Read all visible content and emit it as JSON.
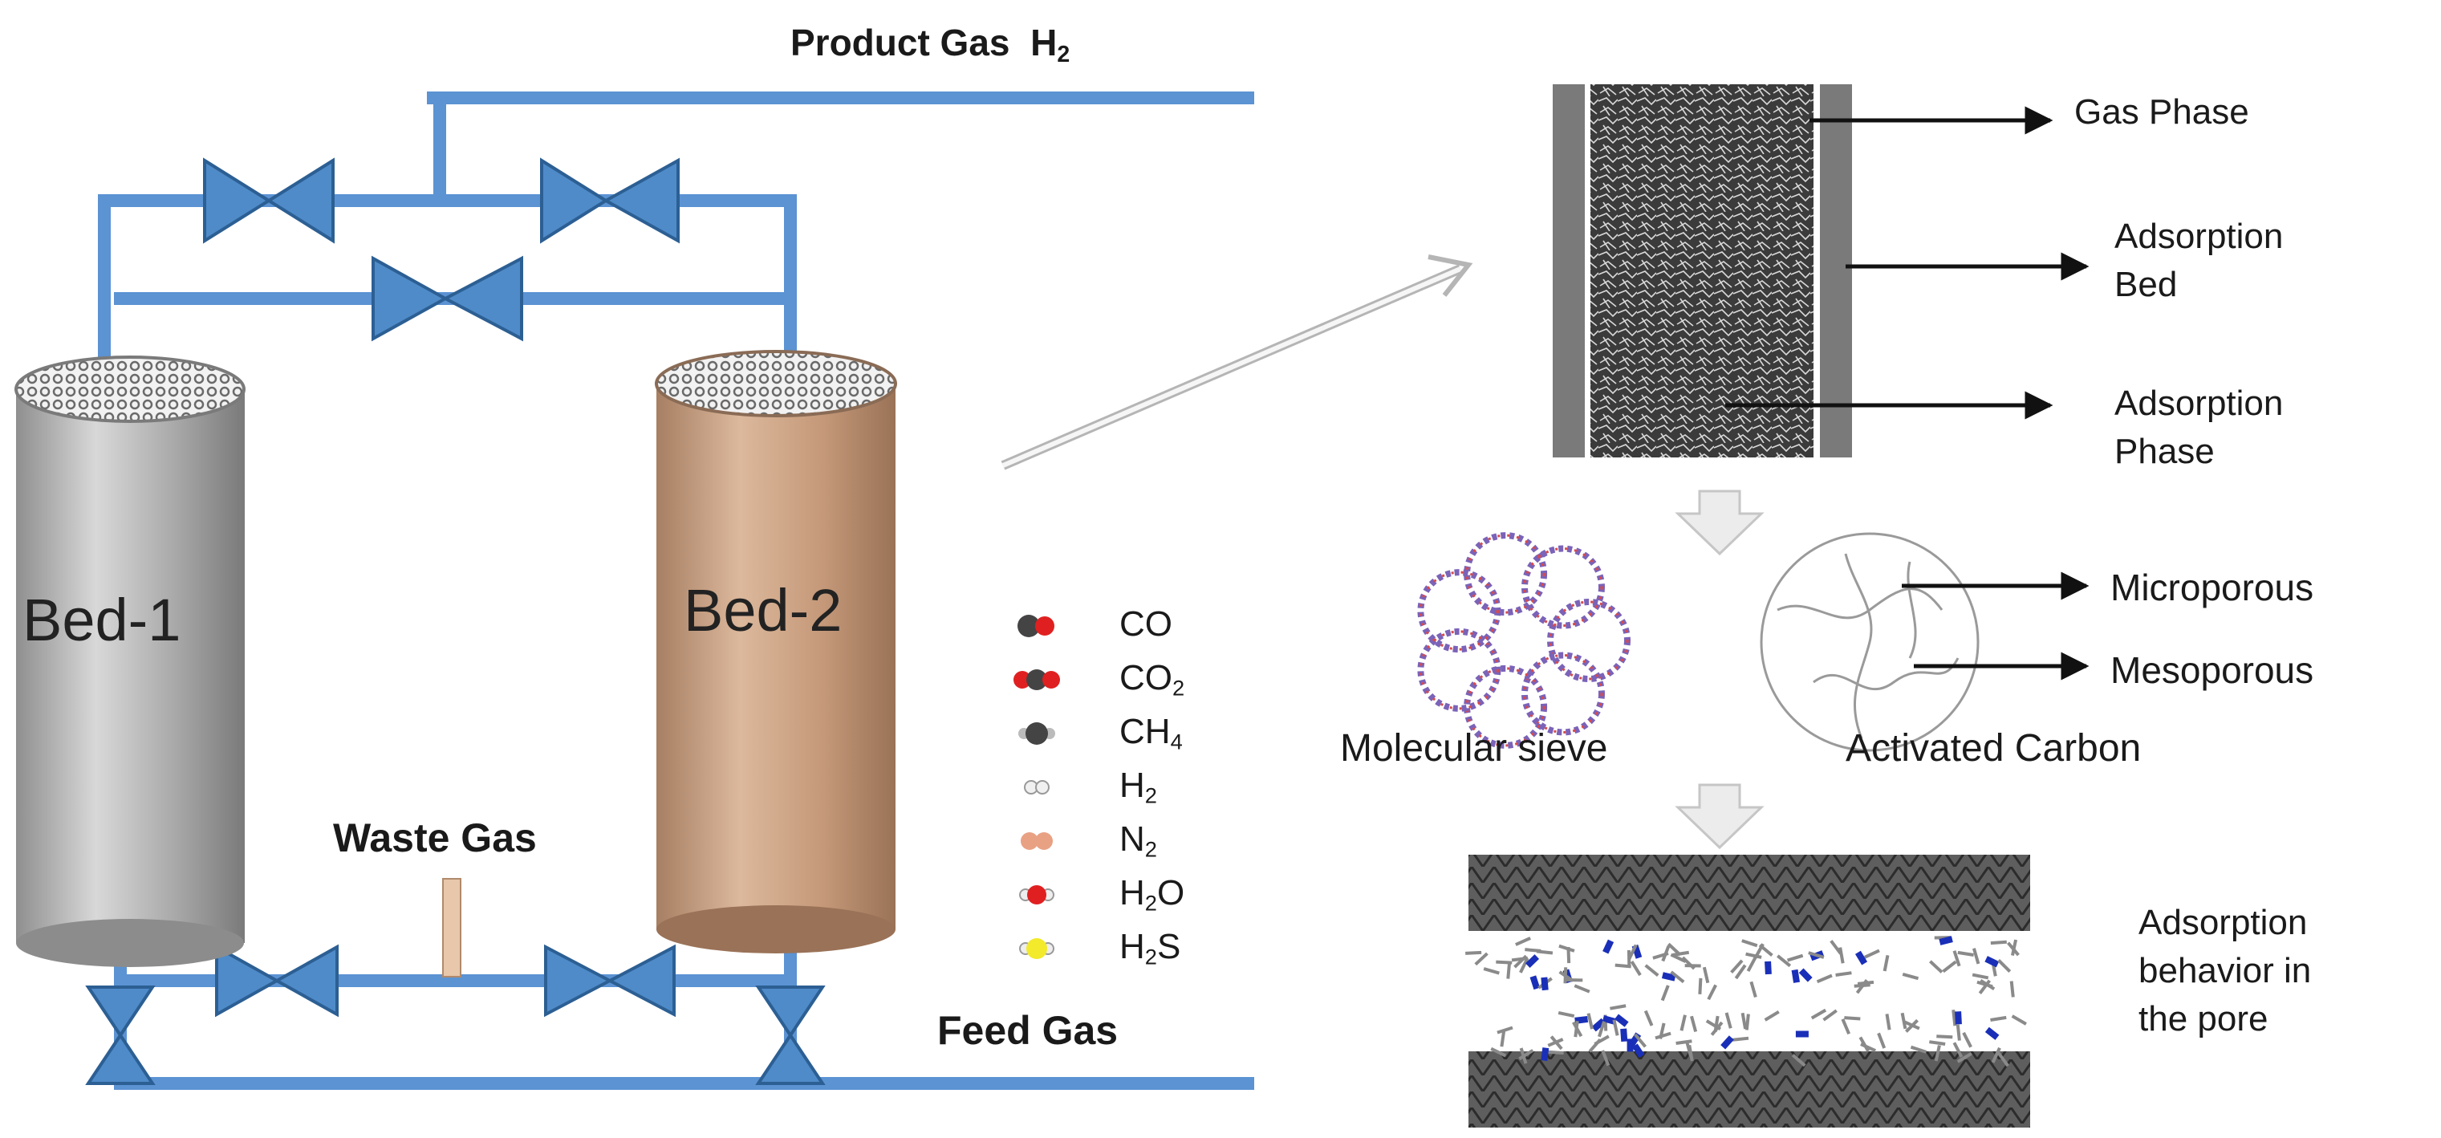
{
  "process": {
    "product_gas": "Product Gas",
    "product_gas_species": "H",
    "product_gas_sub": "2",
    "waste_gas": "Waste Gas",
    "feed_gas": "Feed Gas",
    "bed1_label": "Bed-1",
    "bed2_label": "Bed-2"
  },
  "legend": [
    {
      "base": "CO",
      "sub": "",
      "tail": "",
      "molecule": "co"
    },
    {
      "base": "CO",
      "sub": "2",
      "tail": "",
      "molecule": "co2"
    },
    {
      "base": "CH",
      "sub": "4",
      "tail": "",
      "molecule": "ch4"
    },
    {
      "base": "H",
      "sub": "2",
      "tail": "",
      "molecule": "h2"
    },
    {
      "base": "N",
      "sub": "2",
      "tail": "",
      "molecule": "n2"
    },
    {
      "base": "H",
      "sub": "2",
      "tail": "O",
      "molecule": "h2o"
    },
    {
      "base": "H",
      "sub": "2",
      "tail": "S",
      "molecule": "h2s"
    }
  ],
  "bed_detail": {
    "gas_phase": "Gas Phase",
    "adsorption_bed_1": "Adsorption",
    "adsorption_bed_2": "Bed",
    "adsorption_phase_1": "Adsorption",
    "adsorption_phase_2": "Phase"
  },
  "materials": {
    "molecular_sieve": "Molecular sieve",
    "activated_carbon": "Activated Carbon",
    "microporous": "Microporous",
    "mesoporous": "Mesoporous"
  },
  "pore": {
    "line1": "Adsorption",
    "line2": "behavior in",
    "line3": "the pore"
  },
  "colors": {
    "pipe": "#5b93d3",
    "valve": "#4f8bc9",
    "bed1": "#b4b4b4",
    "bed2": "#c9a184",
    "wall": "#7a7a7a",
    "arrow": "#111111"
  }
}
